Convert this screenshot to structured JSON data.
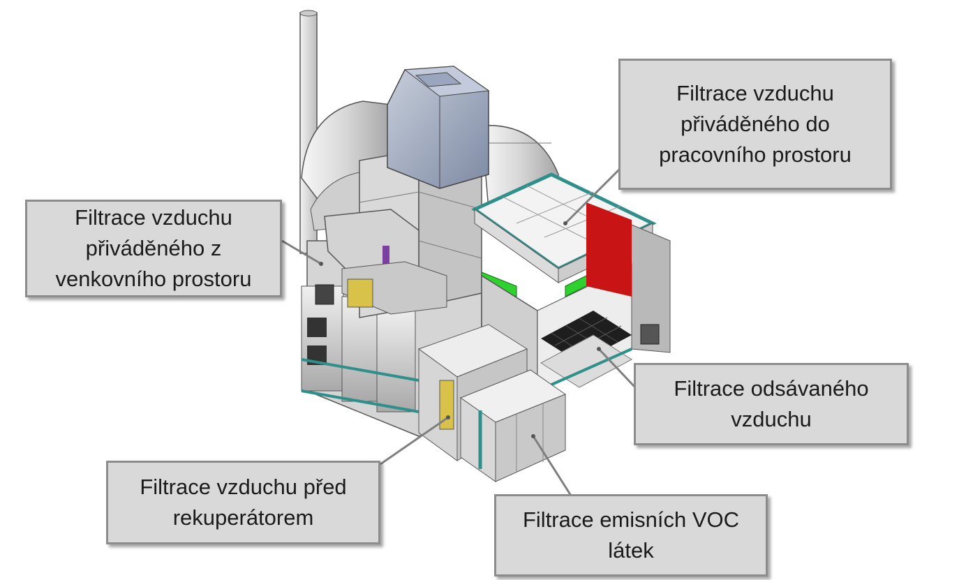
{
  "callouts": {
    "supply_outdoor": {
      "lines": [
        "Filtrace vzduchu",
        "přiváděného z",
        "venkovního prostoru"
      ]
    },
    "supply_workspace": {
      "lines": [
        "Filtrace vzduchu",
        "přiváděného do",
        "pracovního prostoru"
      ]
    },
    "exhaust": {
      "lines": [
        "Filtrace odsávaného",
        "vzduchu"
      ]
    },
    "pre_recuperator": {
      "lines": [
        "Filtrace vzduchu před",
        "rekuperátorem"
      ]
    },
    "voc": {
      "lines": [
        "Filtrace emisních VOC",
        "látek"
      ]
    }
  },
  "colors": {
    "callout_fill": "#d9d9d9",
    "callout_border": "#8c8c8c",
    "leader_line": "#7f7f7f",
    "filter_green": "#2fd12f",
    "booth_red": "#c81414",
    "frame_teal": "#2f8f8a",
    "steel_light": "#e6e6e6",
    "steel_mid": "#b9b9b9",
    "steel_dark": "#7d7d7d",
    "duct_blue": "#9aa6bd",
    "filter_yellow": "#d9c24a"
  }
}
